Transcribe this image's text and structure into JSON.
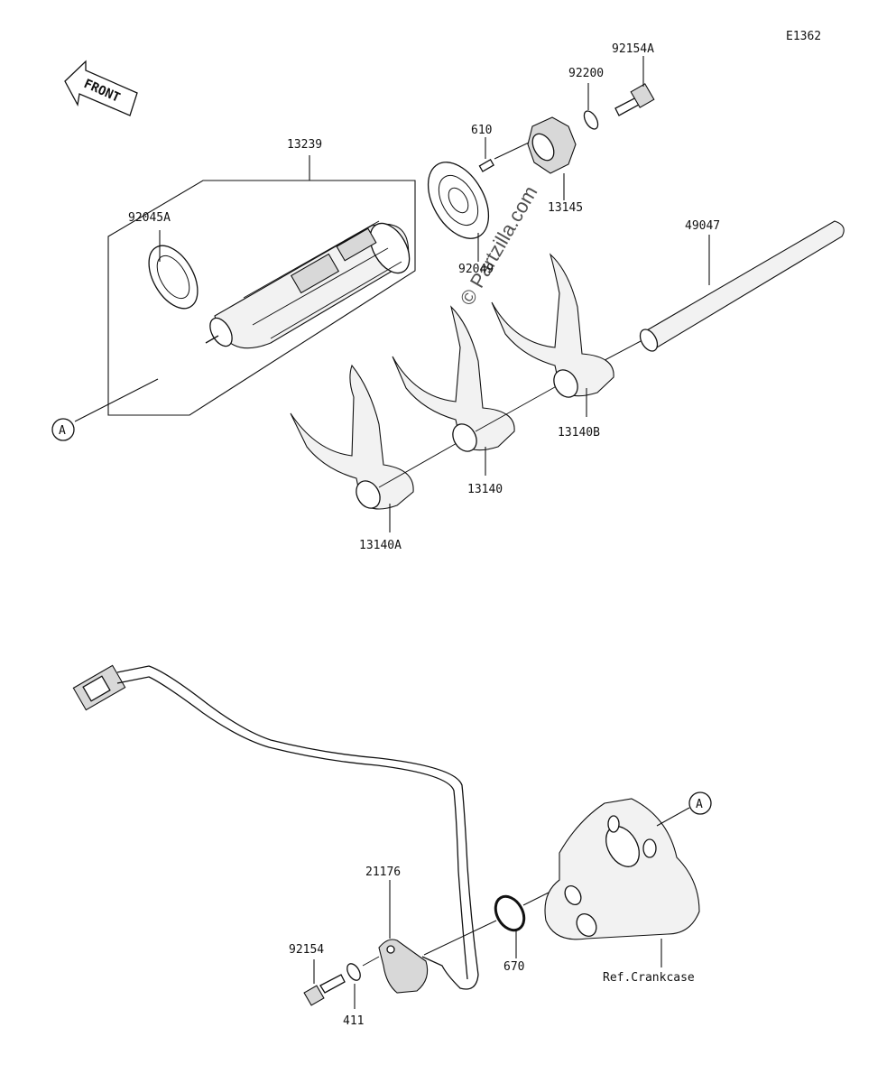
{
  "diagram_code": "E1362",
  "front_label": "FRONT",
  "watermark": "© Partzilla.com",
  "callout_a": "A",
  "parts": {
    "p13239": "13239",
    "p92045A": "92045A",
    "p92049": "92049",
    "p610": "610",
    "p92200": "92200",
    "p92154A": "92154A",
    "p13145": "13145",
    "p49047": "49047",
    "p13140": "13140",
    "p13140A": "13140A",
    "p13140B": "13140B",
    "p21176": "21176",
    "p92154": "92154",
    "p411": "411",
    "p670": "670",
    "ref_crankcase": "Ref.Crankcase"
  }
}
